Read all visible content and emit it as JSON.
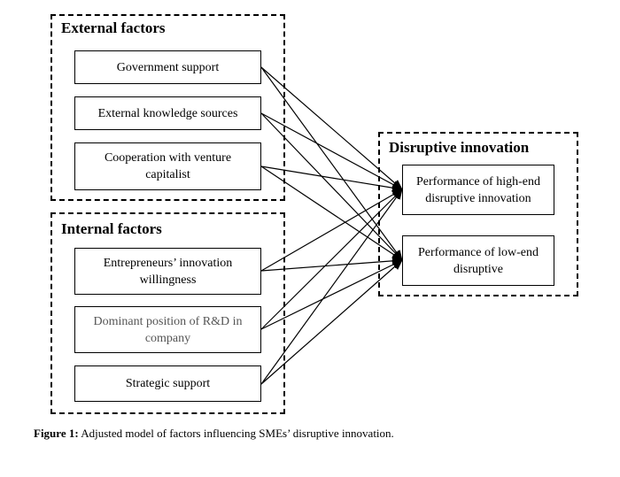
{
  "external": {
    "title": "External factors",
    "items": [
      "Government support",
      "External knowledge sources",
      "Cooperation with venture capitalist"
    ]
  },
  "internal": {
    "title": "Internal factors",
    "items": [
      "Entrepreneurs’ innovation willingness",
      "Dominant position of R&D in company",
      "Strategic support"
    ]
  },
  "outcome": {
    "title": "Disruptive innovation",
    "items": [
      "Performance of high-end disruptive innovation",
      "Performance of low-end disruptive"
    ]
  },
  "caption": {
    "label": "Figure 1:",
    "text": " Adjusted model of factors influencing SMEs’ disruptive innovation."
  }
}
